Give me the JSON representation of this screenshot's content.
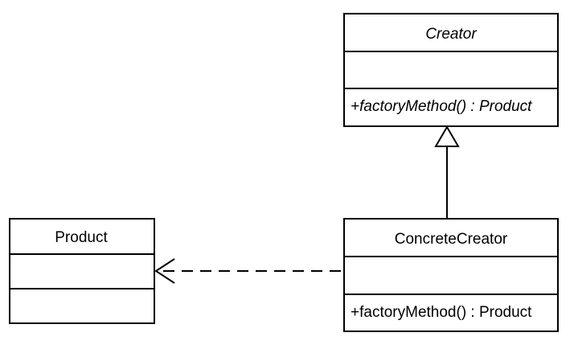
{
  "classes": {
    "creator": {
      "name": "Creator",
      "attributes": "",
      "method": "+factoryMethod() : Product"
    },
    "concrete_creator": {
      "name": "ConcreteCreator",
      "attributes": "",
      "method": "+factoryMethod() : Product"
    },
    "product": {
      "name": "Product",
      "attributes": "",
      "method": ""
    }
  },
  "relationships": [
    {
      "type": "generalization",
      "from": "ConcreteCreator",
      "to": "Creator"
    },
    {
      "type": "dependency",
      "from": "ConcreteCreator",
      "to": "Product"
    }
  ]
}
